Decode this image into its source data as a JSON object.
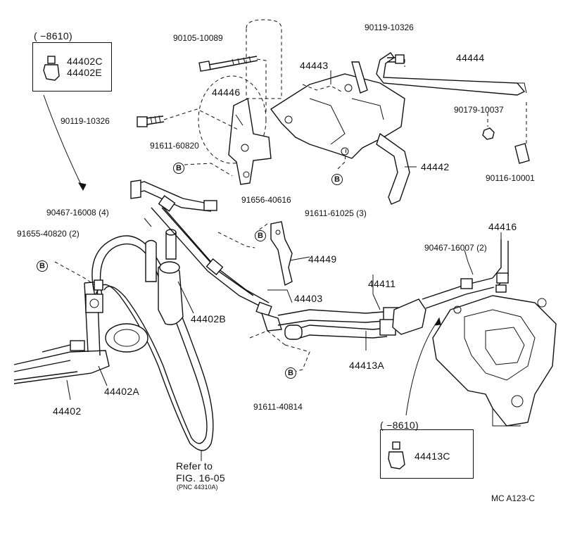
{
  "parts": {
    "p90105_10089": "90105-10089",
    "p90119_10326_top": "90119-10326",
    "p44444": "44444",
    "p44443": "44443",
    "p44446": "44446",
    "p90119_10326_left": "90119-10326",
    "p90179_10037": "90179-10037",
    "p91611_60820": "91611-60820",
    "p44442": "44442",
    "p90116_10001": "90116-10001",
    "p91656_40616": "91656-40616",
    "p91611_61025": "91611-61025 (3)",
    "p90467_16008": "90467-16008 (4)",
    "p91655_40820": "91655-40820 (2)",
    "p44449": "44449",
    "p44416": "44416",
    "p90467_16007": "90467-16007 (2)",
    "p44411": "44411",
    "p44403": "44403",
    "p44402B": "44402B",
    "p44413A": "44413A",
    "p44402A": "44402A",
    "p44402": "44402",
    "p91611_40814": "91611-40814"
  },
  "inset_top": {
    "range": "(       −8610)",
    "part1": "44402C",
    "part2": "44402E"
  },
  "inset_bottom": {
    "range": "(       −8610)",
    "part": "44413C"
  },
  "bolt_marker": "B",
  "refer": {
    "line1": "Refer to",
    "line2": "FIG. 16-05",
    "line3": "(PNC 44310A)"
  },
  "code": "MC  A123-C"
}
